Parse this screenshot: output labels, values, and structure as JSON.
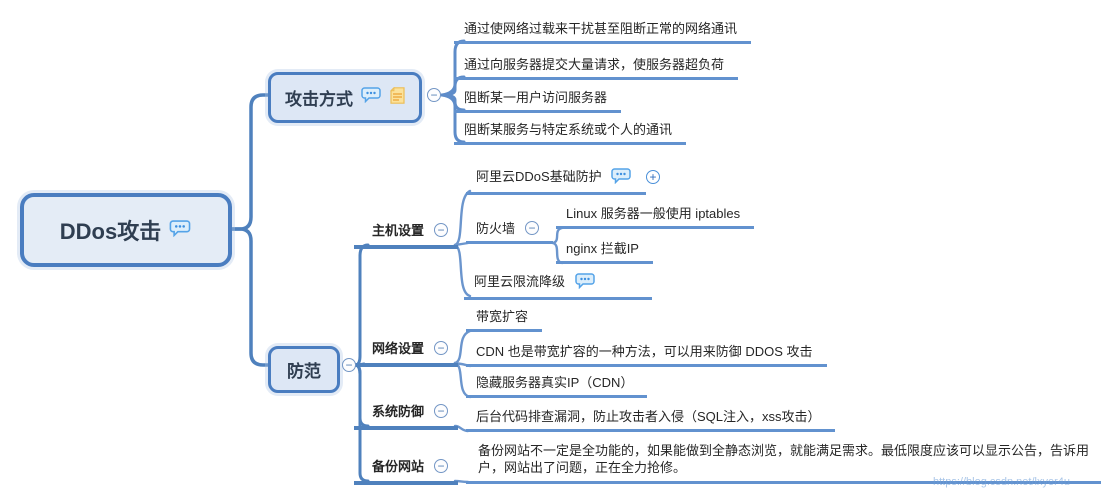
{
  "root": {
    "label": "DDos攻击"
  },
  "icons": {
    "collapse": "−",
    "expand": "+"
  },
  "attack": {
    "label": "攻击方式",
    "children": [
      "通过使网络过载来干扰甚至阻断正常的网络通讯",
      "通过向服务器提交大量请求，使服务器超负荷",
      "阻断某一用户访问服务器",
      "阻断某服务与特定系统或个人的通讯"
    ]
  },
  "defense": {
    "label": "防范",
    "host": {
      "label": "主机设置",
      "aliyun_basic": "阿里云DDoS基础防护",
      "firewall": "防火墙",
      "firewall_children": [
        "Linux 服务器一般使用 iptables",
        "nginx 拦截IP"
      ],
      "aliyun_limit": "阿里云限流降级"
    },
    "network": {
      "label": "网络设置",
      "children": [
        "带宽扩容",
        "CDN 也是带宽扩容的一种方法，可以用来防御 DDOS 攻击",
        "隐藏服务器真实IP（CDN）"
      ]
    },
    "system": {
      "label": "系统防御",
      "children": [
        "后台代码排查漏洞，防止攻击者入侵（SQL注入，xss攻击）"
      ]
    },
    "backup": {
      "label": "备份网站",
      "children": [
        "备份网站不一定是全功能的，如果能做到全静态浏览，就能满足需求。最低限度应该可以显示公告，告诉用户，网站出了问题，正在全力抢修。"
      ]
    }
  },
  "watermark": "https://blog.csdn.net/lxyer4u"
}
